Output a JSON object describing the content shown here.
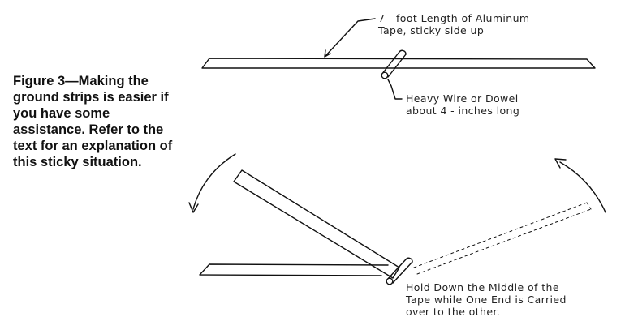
{
  "caption": {
    "text": "Figure 3—Making the ground strips is easier if you have some assistance. Refer to the text for an explanation of this sticky situation."
  },
  "labels": {
    "tape": {
      "line1": "7 - foot Length of Aluminum",
      "line2": "Tape, sticky side up"
    },
    "wire": {
      "line1": "Heavy Wire or Dowel",
      "line2": "about 4 - inches long"
    },
    "hold": {
      "line1": "Hold Down the Middle of the",
      "line2": "Tape while One End is Carried",
      "line3": "over to the other."
    }
  },
  "colors": {
    "ink": "#111111",
    "background": "#ffffff"
  }
}
